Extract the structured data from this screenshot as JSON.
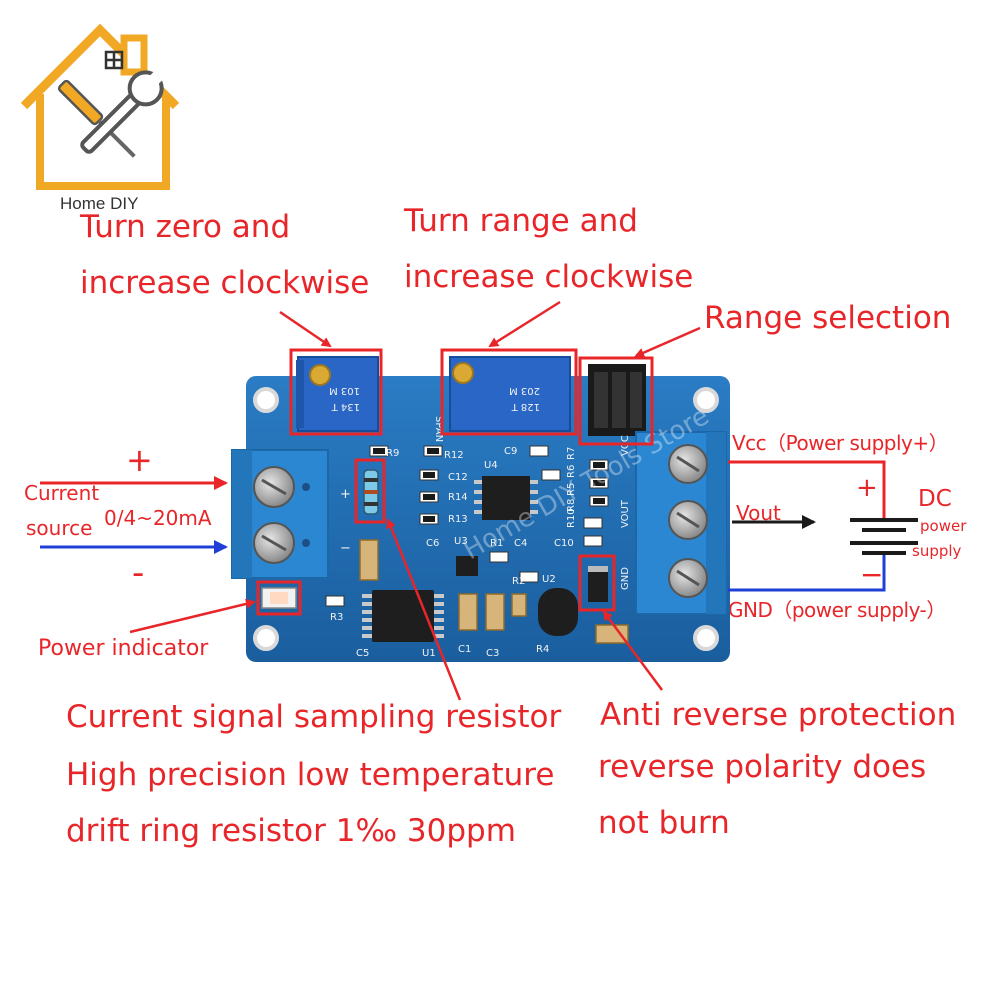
{
  "logo": {
    "text": "Home DIY"
  },
  "annotations": {
    "zero_line1": "Turn zero and",
    "zero_line2": "increase clockwise",
    "range_line1": "Turn range and",
    "range_line2": "increase clockwise",
    "range_selection": "Range selection",
    "vcc": "Vcc（Power supply+）",
    "vout": "Vout",
    "gnd": "GND（power supply-）",
    "dc": "DC",
    "dc_power": "power",
    "dc_supply": "supply",
    "plus_top": "+",
    "minus_bottom": "-",
    "current_line1": "Current",
    "current_line2": "source",
    "current_range": "0/4~20mA",
    "power_indicator": "Power indicator",
    "sampling_line1": "Current signal sampling resistor",
    "sampling_line2": "High precision low temperature",
    "sampling_line3": "drift ring resistor 1‰ 30ppm",
    "anti_line1": "Anti reverse protection",
    "anti_line2": "reverse polarity does",
    "anti_line3": "not burn"
  },
  "pcb": {
    "pot1_code": "134 T",
    "pot1_value": "103 M",
    "pot2_code": "128 T",
    "pot2_value": "203 M",
    "span": "SPAN",
    "labels": [
      "R9",
      "R12",
      "C9",
      "C12",
      "R14",
      "R13",
      "U4",
      "R6",
      "R5",
      "R7",
      "R10",
      "R8",
      "C10",
      "C6",
      "U3",
      "R1",
      "C4",
      "R3",
      "R2",
      "U2",
      "R4",
      "C1",
      "C3",
      "C5",
      "U1",
      "VCC",
      "VOUT",
      "GND"
    ],
    "watermark": "Home DIY Tools Store"
  },
  "colors": {
    "annotation_red": "#e8262a",
    "pcb_blue": "#1f6fb5",
    "terminal_blue": "#2b87d1",
    "wire_blue": "#1f3fd6"
  }
}
